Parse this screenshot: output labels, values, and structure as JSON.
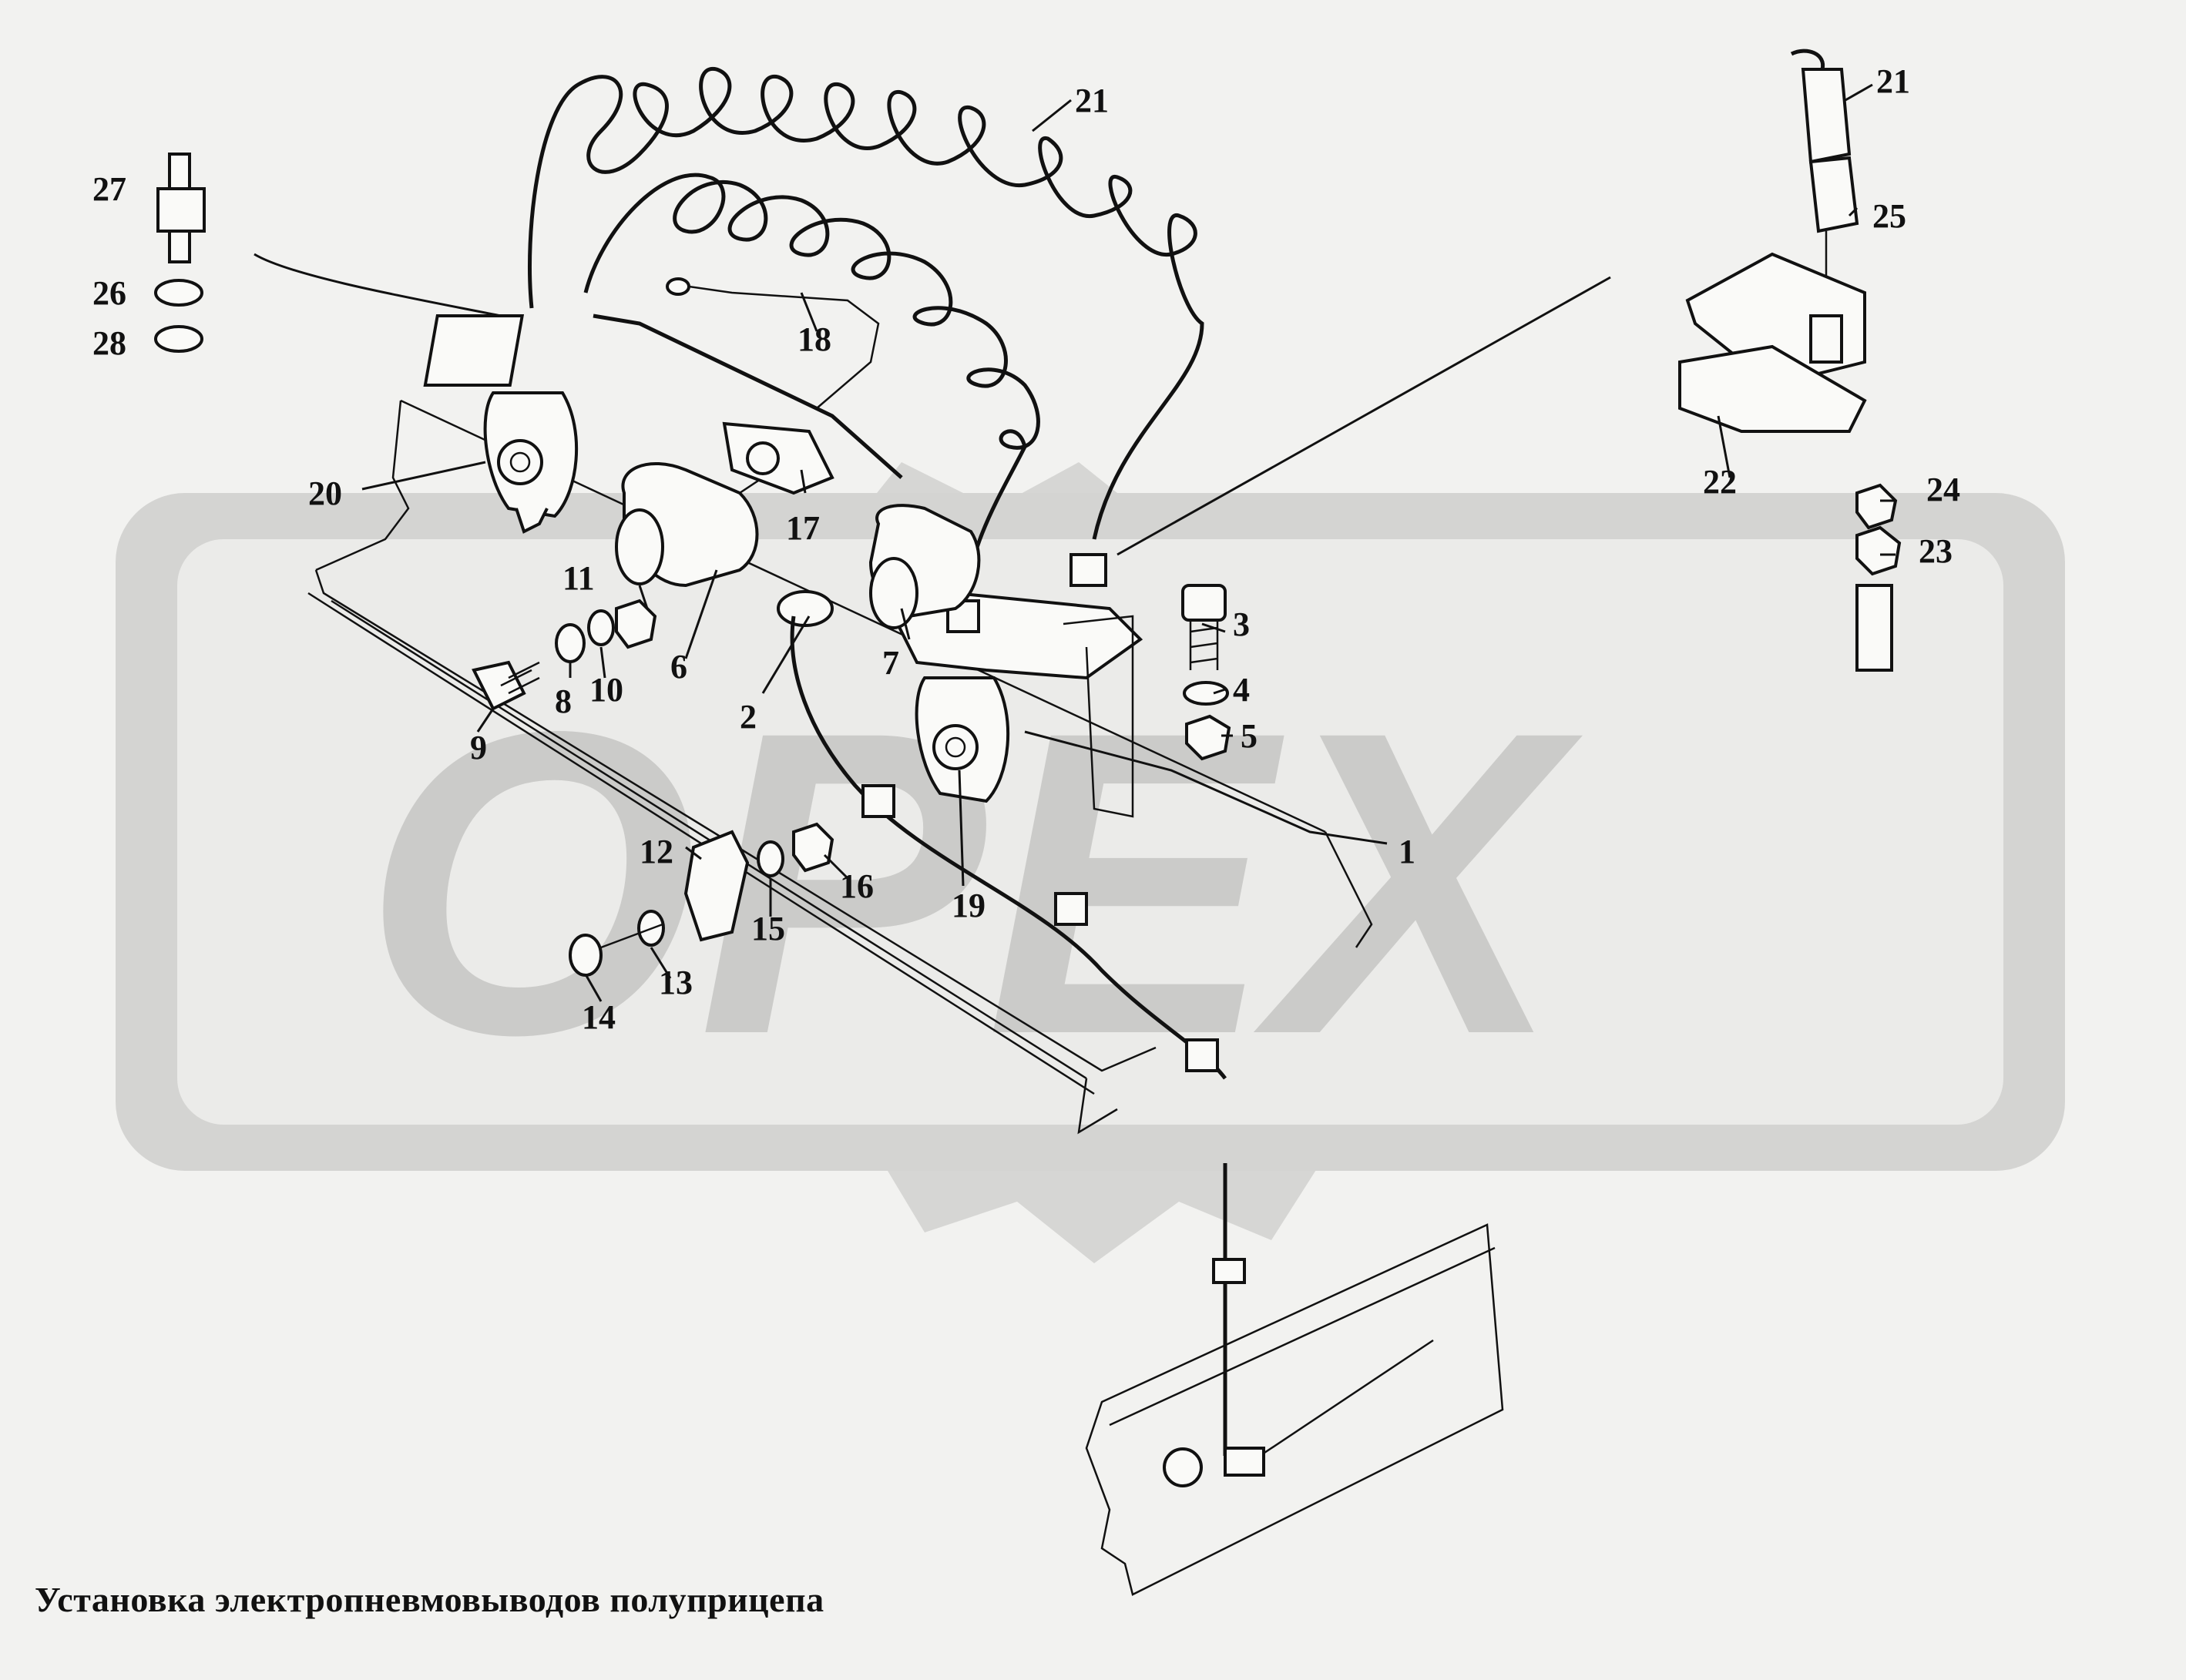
{
  "caption": "Установка электропневмовыводов полуприцепа",
  "watermark": {
    "text": "OPEX",
    "color": "#cbcbc9",
    "frame_color": "#d4d4d2"
  },
  "colors": {
    "background": "#f2f2f0",
    "ink": "#111111"
  },
  "callouts": [
    "1",
    "2",
    "3",
    "4",
    "5",
    "6",
    "7",
    "8",
    "9",
    "10",
    "11",
    "12",
    "13",
    "14",
    "15",
    "16",
    "17",
    "18",
    "19",
    "20",
    "21",
    "21",
    "22",
    "23",
    "24",
    "25",
    "26",
    "27",
    "28"
  ]
}
